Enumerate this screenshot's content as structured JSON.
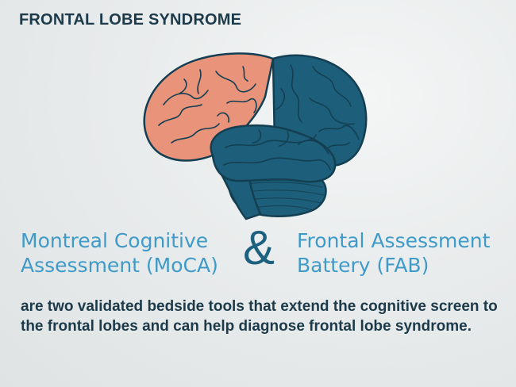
{
  "title": "FRONTAL LOBE SYNDROME",
  "tools": {
    "left_line1": "Montreal Cognitive",
    "left_line2": "Assessment (MoCA)",
    "ampersand": "&",
    "right_line1": "Frontal Assessment",
    "right_line2": "Battery (FAB)"
  },
  "description": "are two validated bedside tools that extend the cognitive screen to the frontal lobes and can help diagnose frontal lobe syndrome.",
  "colors": {
    "title": "#1c3a4a",
    "frontal_lobe": "#e8937a",
    "brain_other": "#1d5f7a",
    "tool_text": "#3f9ac8",
    "ampersand": "#1d6180"
  },
  "illustration": "brain-icon"
}
